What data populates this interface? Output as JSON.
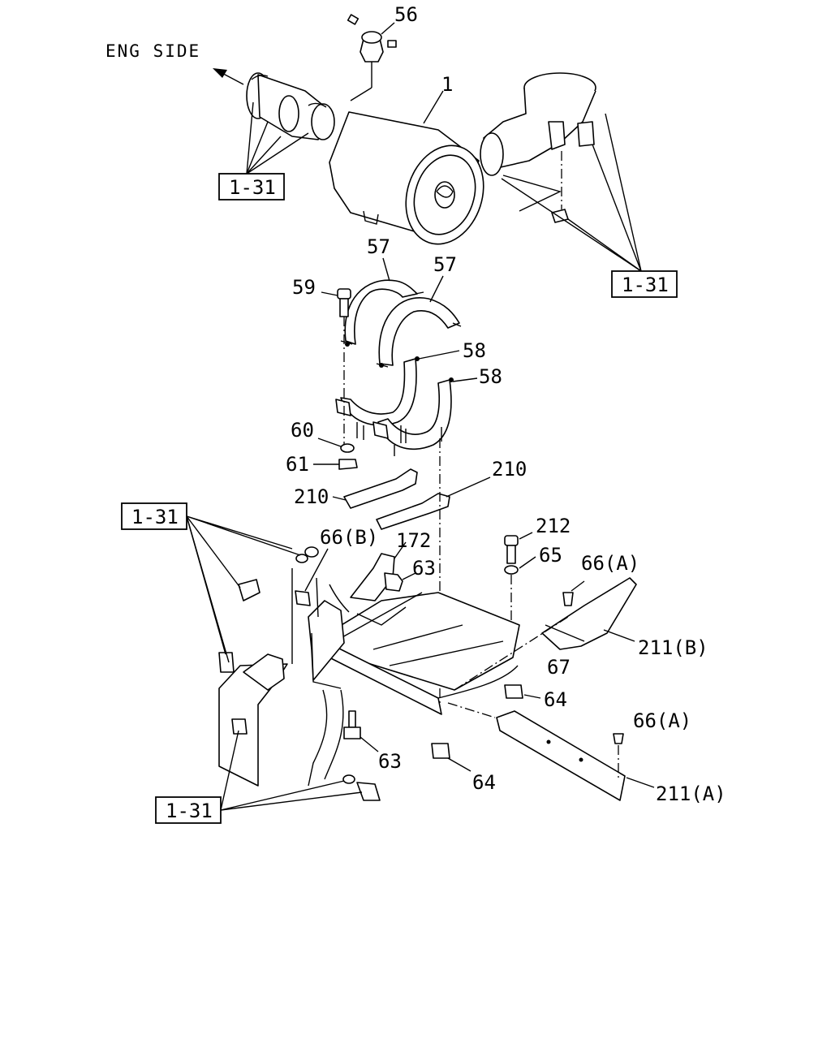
{
  "diagram": {
    "direction_label": "ENG SIDE",
    "callouts": {
      "c56": "56",
      "c1": "1",
      "c57a": "57",
      "c57b": "57",
      "c59": "59",
      "c58a": "58",
      "c58b": "58",
      "c60": "60",
      "c61": "61",
      "c210a": "210",
      "c210b": "210",
      "c66b": "66(B)",
      "c172": "172",
      "c63a": "63",
      "c212": "212",
      "c65": "65",
      "c66a1": "66(A)",
      "c211b": "211(B)",
      "c67": "67",
      "c64a": "64",
      "c63b": "63",
      "c64b": "64",
      "c66a2": "66(A)",
      "c211a": "211(A)"
    },
    "refs": {
      "r1": "1-31",
      "r2": "1-31",
      "r3": "1-31",
      "r4": "1-31"
    }
  }
}
